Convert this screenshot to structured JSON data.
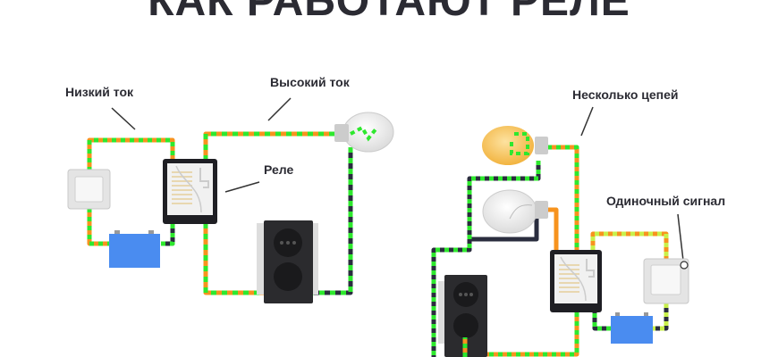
{
  "title": "КАК РАБОТАЮТ РЕЛЕ",
  "labels": {
    "low_current": "Низкий ток",
    "high_current": "Высокий ток",
    "relay": "Реле",
    "multiple_circuits": "Несколько цепей",
    "single_signal": "Одиночный сигнал"
  },
  "colors": {
    "orange": "#f7931e",
    "green": "#2ee82e",
    "dark": "#2a2d3e",
    "battery": "#4a8cf0",
    "bulb_lit": "#f7c45a"
  }
}
